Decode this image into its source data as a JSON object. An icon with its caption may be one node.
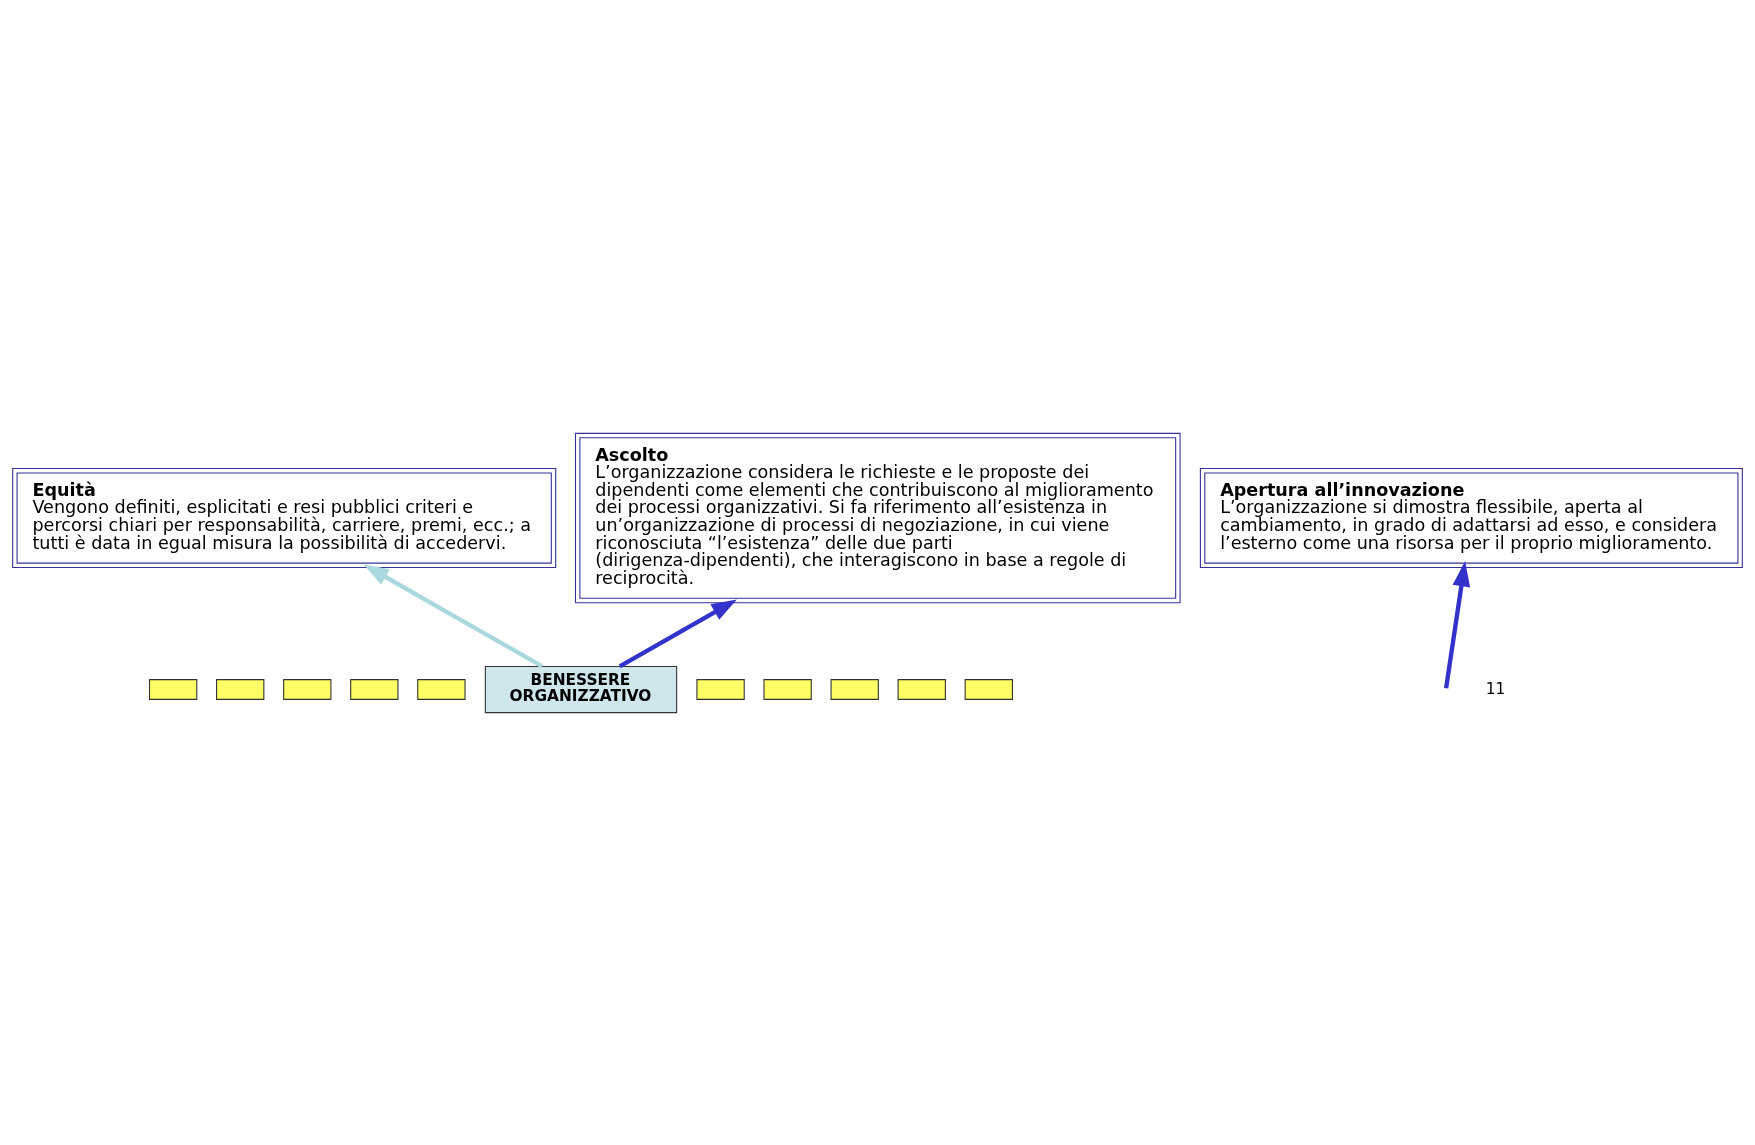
{
  "diagram": {
    "nodes": [
      {
        "text": [
          "Equità",
          "Vengono definiti, esplicitati e resi pubblici criteri e percorsi chiari per responsabilità, carriere, premi, ecc.; a tutti è data in egual misura la possibilità di accedervi."
        ]
      },
      {
        "text": [
          "Ascolto",
          "L’organizzazione considera le richieste e le proposte dei dipendenti come elementi che contribuiscono al miglioramento dei processi organizzativi. Si fa riferimento all’esistenza in un’organizzazione di processi di negoziazione, in cui viene riconosciuta “l’esistenza” delle due parti (dirigenza-dipendenti), che interagiscono in base a regole di reciprocità."
        ]
      },
      {
        "text": [
          "Apertura all’innovazione",
          "L’organizzazione si dimostra flessibile, aperta al cambiamento, in grado di adattarsi ad esso, e considera l’esterno come una risorsa per il proprio miglioramento."
        ]
      },
      {
        "text": [
          "BENESSERE ORGANIZZATIVO"
        ]
      },
      {
        "text": [],
        "shape": "box"
      },
      {
        "text": [],
        "shape": "box"
      },
      {
        "text": [],
        "shape": "box"
      },
      {
        "text": [],
        "shape": "box"
      },
      {
        "text": [],
        "shape": "box"
      },
      {
        "text": [],
        "shape": "box"
      },
      {
        "text": [],
        "shape": "box"
      },
      {
        "text": [],
        "shape": "box"
      },
      {
        "text": [],
        "shape": "box"
      },
      {
        "text": [],
        "shape": "box"
      }
    ],
    "edges": [
      {
        "from": 3,
        "to": 0,
        "arrow": "to",
        "color": "#a9d9de"
      },
      {
        "from": 3,
        "to": 1,
        "arrow": "to"
      },
      {
        "from": null,
        "to": 2,
        "arrow": "to"
      }
    ],
    "labels": [
      "11"
    ]
  }
}
